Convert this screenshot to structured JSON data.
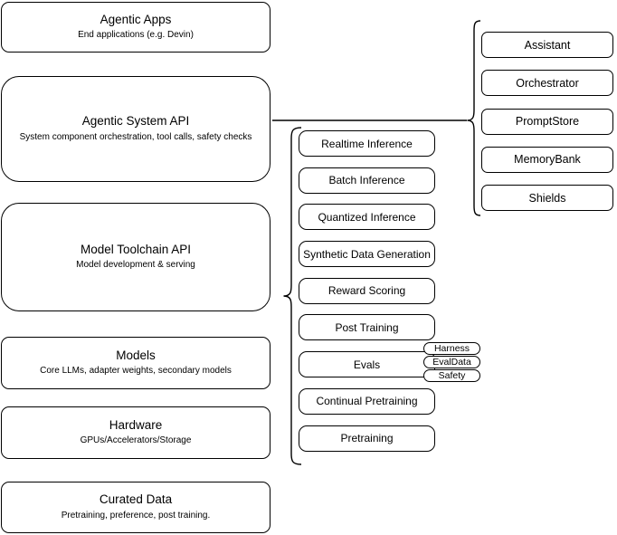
{
  "colors": {
    "stroke": "#000000",
    "box_fill": "#ffffff",
    "background": "#ffffff",
    "text": "#000000"
  },
  "left_stack": [
    {
      "title": "Agentic Apps",
      "subtitle": "End applications (e.g. Devin)"
    },
    {
      "title": "Agentic System API",
      "subtitle": "System component orchestration, tool calls, safety checks"
    },
    {
      "title": "Model Toolchain API",
      "subtitle": "Model development & serving"
    },
    {
      "title": "Models",
      "subtitle": "Core LLMs, adapter weights, secondary models"
    },
    {
      "title": "Hardware",
      "subtitle": "GPUs/Accelerators/Storage"
    },
    {
      "title": "Curated Data",
      "subtitle": "Pretraining, preference, post training."
    }
  ],
  "toolchain_column": {
    "items": [
      "Realtime Inference",
      "Batch Inference",
      "Quantized Inference",
      "Synthetic Data Generation",
      "Reward Scoring",
      "Post Training",
      "Evals",
      "Continual Pretraining",
      "Pretraining"
    ]
  },
  "evals_tags": [
    "Harness",
    "EvalData",
    "Safety"
  ],
  "system_column": {
    "items": [
      "Assistant",
      "Orchestrator",
      "PromptStore",
      "MemoryBank",
      "Shields"
    ]
  }
}
